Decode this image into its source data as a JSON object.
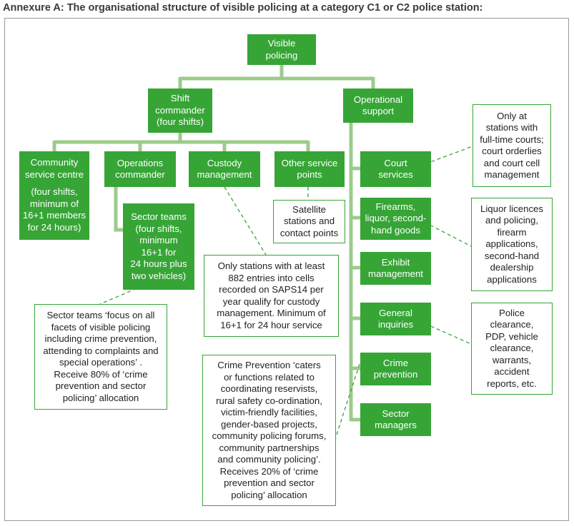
{
  "title": "Annexure A: The organisational structure of visible policing at a category C1 or C2 police station:",
  "colors": {
    "green": "#36A536",
    "connector": "#9CCB8B",
    "text": "#222222"
  },
  "nodes": {
    "visible_policing": "Visible\npolicing",
    "shift_commander": "Shift\ncommander\n(four shifts)",
    "operational_support": "Operational\nsupport",
    "community_service_centre": "Community\nservice centre",
    "community_service_centre_detail": "(four shifts,\nminimum of\n16+1 members\nfor 24 hours)",
    "operations_commander": "Operations\ncommander",
    "custody_management": "Custody\nmanagement",
    "other_service_points": "Other service\npoints",
    "sector_teams": "Sector teams\n(four shifts,\nminimum\n16+1 for\n24 hours plus\ntwo vehicles)",
    "satellite_stations": "Satellite\nstations and\ncontact points",
    "court_services": "Court\nservices",
    "firearms": "Firearms,\nliquor, second-\nhand goods",
    "exhibit_management": "Exhibit\nmanagement",
    "general_inquiries": "General\ninquiries",
    "crime_prevention": "Crime\nprevention",
    "sector_managers": "Sector\nmanagers"
  },
  "notes": {
    "custody": "Only stations with at least\n882 entries into cells\nrecorded on SAPS14 per\nyear qualify for custody\nmanagement. Minimum of\n16+1 for 24 hour service",
    "sector_teams": "Sector teams ‘focus on all\nfacets of visible policing\nincluding crime prevention,\nattending to complaints and\nspecial operations’ .\nReceive 80% of ‘crime\nprevention and sector\npolicing’ allocation",
    "crime_prevention": "Crime Prevention ‘caters\nor functions related to\ncoordinating reservists,\nrural safety co-ordination,\nvictim-friendly facilities,\ngender-based projects,\ncommunity policing forums,\ncommunity partnerships\nand community policing’.\nReceives 20% of ‘crime\nprevention and sector\npolicing’ allocation",
    "court": "Only at\nstations with\nfull-time courts;\ncourt orderlies\nand court cell\nmanagement",
    "firearms": "Liquor licences\nand policing,\nfirearm\napplications,\nsecond-hand\ndealership\napplications",
    "general_inquiries": "Police\nclearance,\nPDP, vehicle\nclearance,\nwarrants,\naccident\nreports, etc."
  }
}
